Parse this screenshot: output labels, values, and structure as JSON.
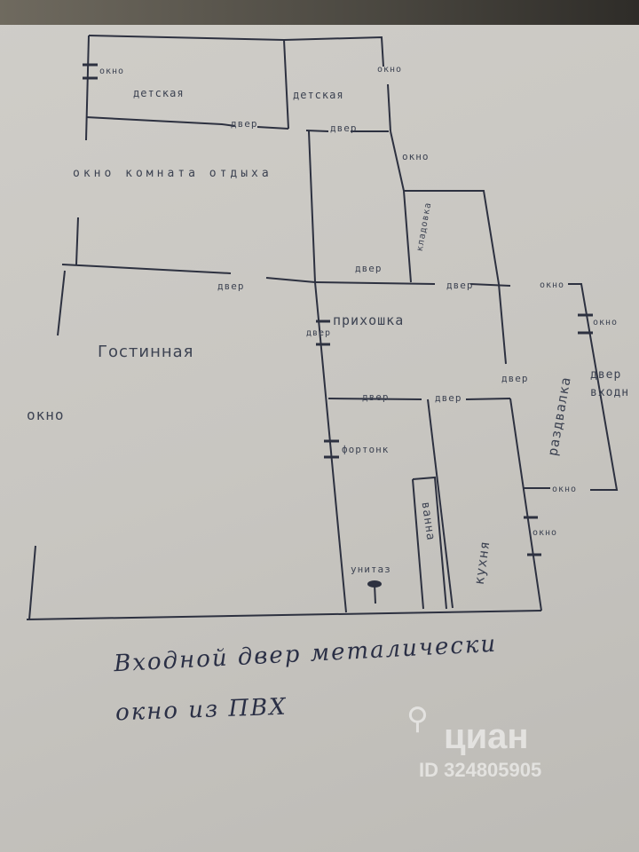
{
  "plan": {
    "rooms": {
      "kids1": "детская",
      "kids2": "детская",
      "rest": "окно комната отдыха",
      "storage": "кладовка",
      "hall": "прихошка",
      "living": "Гостинная",
      "dressing": "раздвалка",
      "bath": "ванна",
      "kitchen": "кухня",
      "toilet": "унитаз"
    },
    "labels": {
      "window_kids1": "окно",
      "window_kids2": "окно",
      "window_rest_right": "окно",
      "door_kids1": "двер",
      "door_kids2": "двер",
      "door_rest": "двер",
      "door_storage": "двер",
      "door_living": "двер",
      "door_hall_left": "двер",
      "window_living": "окно",
      "door_bath_left": "двер",
      "door_bath_right": "двер",
      "door_dressing": "двер",
      "window_dress_top": "окно",
      "window_dress_right": "окно",
      "entry_door": "двер входн",
      "window_dress_bottom": "окно",
      "window_kitchen": "окно",
      "vent": "фортонк"
    },
    "notes": {
      "line1": "Входной двер металически",
      "line2": "окно из ПВХ"
    }
  },
  "watermark": {
    "brand": "циан",
    "id": "ID 324805905"
  }
}
